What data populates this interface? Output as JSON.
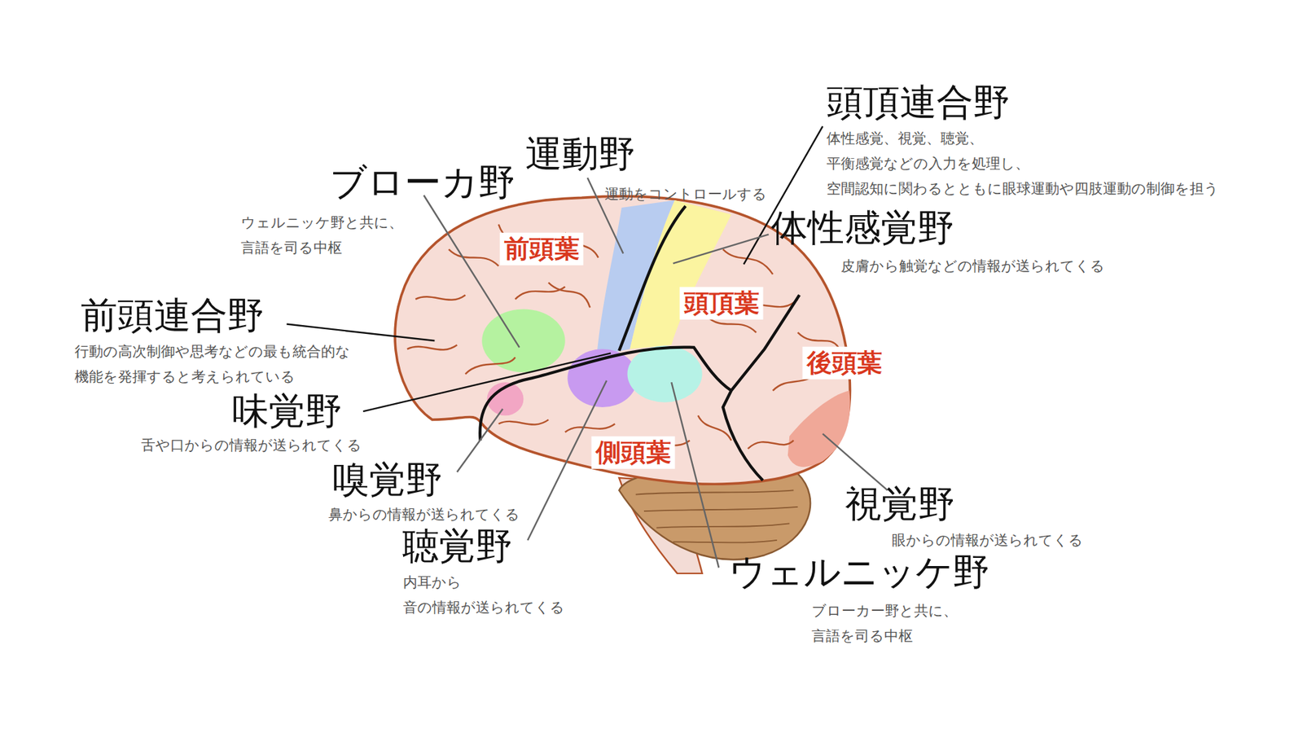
{
  "diagram": {
    "labels": [
      "頭頂連合野",
      "体性感覚、視覚、聴覚、平衡感覚などの入力を処理し、 空間認知に関わるとともに眼球運動や四肢運動の制御を担う",
      "運動野",
      "運動をコントロールする",
      "ブローカ野",
      "ウェルニッケ野と共に、 言語を司る中枢",
      "体性感覚野",
      "皮膚から触覚などの情報が送られてくる",
      "前頭葉",
      "頭頂葉",
      "前頭連合野",
      "行動の高次制御や思考などの最も統合的な 機能を発揮すると考えられている",
      "後頭葉",
      "味覚野",
      "舌や口からの情報が送られてくる",
      "側頭葉",
      "嗅覚野",
      "鼻からの情報が送られてくる",
      "視覚野",
      "眼からの情報が送られてくる",
      "聴覚野",
      "内耳から 音の情報が送られてくる",
      "ウェルニッケ野",
      "ブローカー野と共に、 言語を司る中枢"
    ]
  }
}
